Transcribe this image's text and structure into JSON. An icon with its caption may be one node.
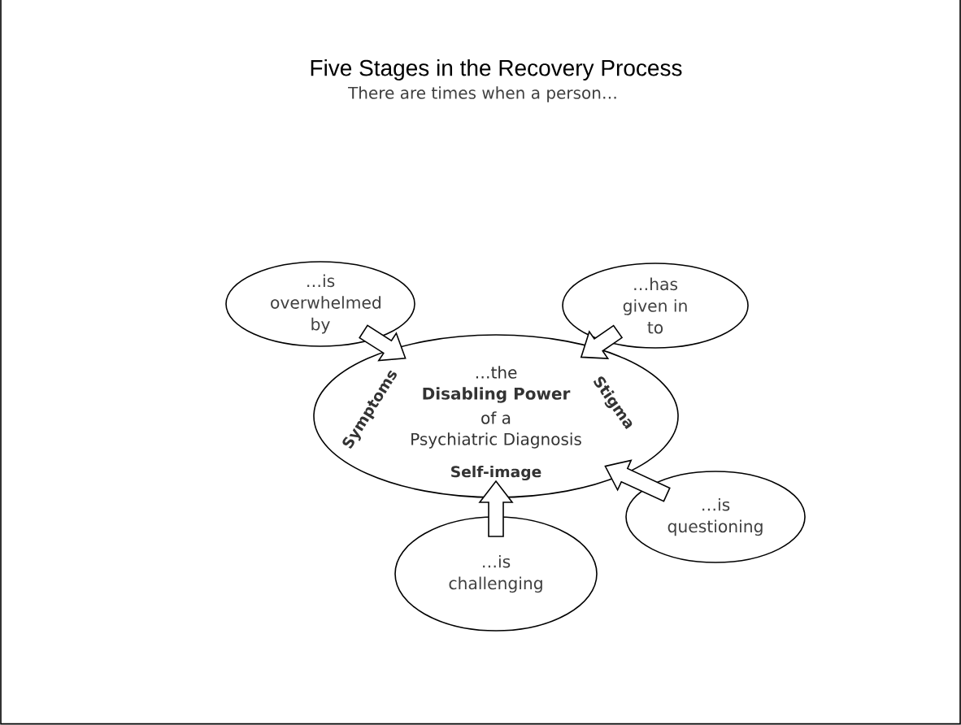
{
  "diagram": {
    "title": "Five Stages in the Recovery Process",
    "nodes": [
      {
        "text": [
          "…the",
          "Disabling Power",
          "of a",
          "Psychiatric Diagnosis",
          "Symptoms",
          "Stigma",
          "Self-image"
        ]
      },
      {
        "text": [
          "…is overwhelmed by"
        ]
      },
      {
        "text": [
          "…has given in to"
        ]
      },
      {
        "text": [
          "…is questioning"
        ]
      },
      {
        "text": [
          "…is challenging"
        ]
      }
    ],
    "edges": [
      {
        "from": 1,
        "to": 0,
        "arrow": "to"
      },
      {
        "from": 2,
        "to": 0,
        "arrow": "to"
      },
      {
        "from": 3,
        "to": 0,
        "arrow": "to"
      },
      {
        "from": 4,
        "to": 0,
        "arrow": "to"
      }
    ],
    "labels": [
      "There are times when a person…"
    ]
  }
}
